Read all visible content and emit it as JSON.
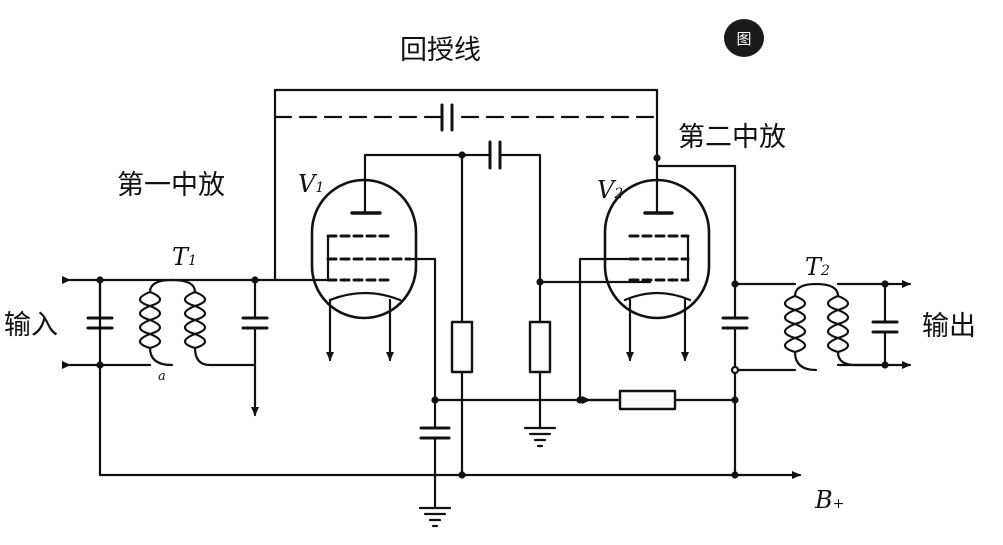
{
  "labels": {
    "feedback_line": "回授线",
    "first_if": "第一中放",
    "second_if": "第二中放",
    "input": "输入",
    "output": "输出",
    "t1": "T",
    "t1_sub": "1",
    "t2": "T",
    "t2_sub": "2",
    "v1": "V",
    "v1_sub": "1",
    "v2": "V",
    "v2_sub": "2",
    "b_plus": "B",
    "b_plus_sub": "+",
    "a_mark": "a",
    "figure_badge": "图"
  },
  "colors": {
    "ink": "#111111",
    "background": "#ffffff"
  }
}
